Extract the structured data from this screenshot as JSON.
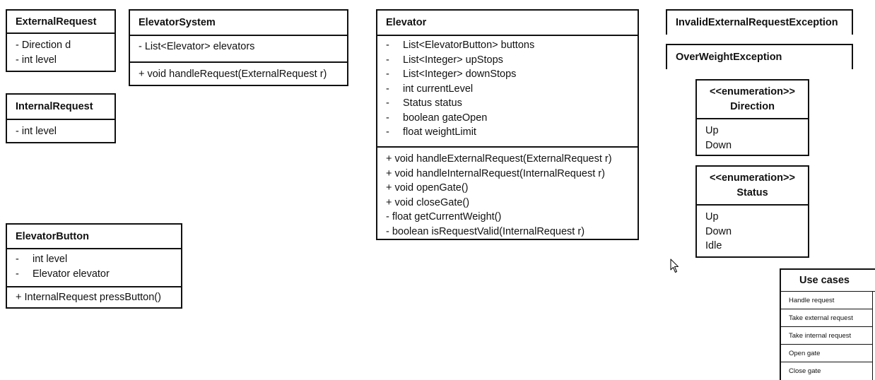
{
  "classes": {
    "external_request": {
      "name": "ExternalRequest",
      "attributes": [
        "- Direction d",
        "- int level"
      ]
    },
    "elevator_system": {
      "name": "ElevatorSystem",
      "attributes": [
        "- List<Elevator> elevators"
      ],
      "methods": [
        "+ void handleRequest(ExternalRequest r)"
      ]
    },
    "internal_request": {
      "name": "InternalRequest",
      "attributes": [
        "- int level"
      ]
    },
    "elevator": {
      "name": "Elevator",
      "attributes": [
        {
          "vis": "-",
          "text": "List<ElevatorButton> buttons"
        },
        {
          "vis": "-",
          "text": "List<Integer> upStops"
        },
        {
          "vis": "-",
          "text": "List<Integer> downStops"
        },
        {
          "vis": "-",
          "text": "int currentLevel"
        },
        {
          "vis": "-",
          "text": "Status status"
        },
        {
          "vis": "-",
          "text": "boolean gateOpen"
        },
        {
          "vis": "-",
          "text": "float weightLimit"
        }
      ],
      "methods": [
        "+ void handleExternalRequest(ExternalRequest r)",
        "+ void handleInternalRequest(InternalRequest r)",
        "+ void openGate()",
        "+ void closeGate()",
        "- float getCurrentWeight()",
        "- boolean isRequestValid(InternalRequest r)"
      ]
    },
    "elevator_button": {
      "name": "ElevatorButton",
      "attributes": [
        {
          "vis": "-",
          "text": "int level"
        },
        {
          "vis": "-",
          "text": "Elevator elevator"
        }
      ],
      "methods": [
        "+ InternalRequest pressButton()"
      ]
    },
    "invalid_external_request_exception": {
      "name": "InvalidExternalRequestException"
    },
    "over_weight_exception": {
      "name": "OverWeightException"
    }
  },
  "enums": {
    "direction": {
      "stereotype": "<<enumeration>>",
      "name": "Direction",
      "values": [
        "Up",
        "Down"
      ]
    },
    "status": {
      "stereotype": "<<enumeration>>",
      "name": "Status",
      "values": [
        "Up",
        "Down",
        "Idle"
      ]
    }
  },
  "use_cases": {
    "title": "Use cases",
    "items": [
      "Handle request",
      "Take external request",
      "Take internal request",
      "Open gate",
      "Close gate"
    ]
  },
  "icons": {
    "cursor": "mouse-pointer-icon"
  }
}
